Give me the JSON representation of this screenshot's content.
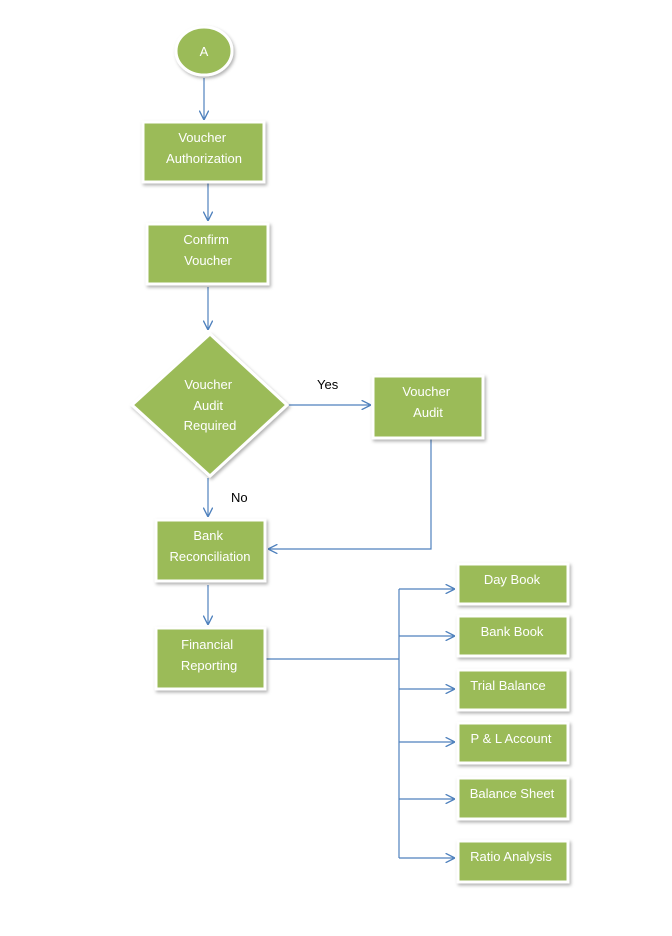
{
  "colors": {
    "node_fill": "#9bbb59",
    "node_border": "#ffffff",
    "edge": "#4f81bd",
    "node_text": "#ffffff",
    "edge_label_text": "#000000"
  },
  "nodes": {
    "start": {
      "lines": [
        "A"
      ]
    },
    "voucher_authorization": {
      "lines": [
        "Voucher",
        "Authorization"
      ]
    },
    "confirm_voucher": {
      "lines": [
        "Confirm",
        "Voucher"
      ]
    },
    "voucher_audit_required": {
      "lines": [
        "Voucher",
        "Audit",
        "Required"
      ]
    },
    "voucher_audit": {
      "lines": [
        "Voucher",
        "Audit"
      ]
    },
    "bank_reconciliation": {
      "lines": [
        "Bank",
        "Reconciliation"
      ]
    },
    "financial_reporting": {
      "lines": [
        "Financial",
        "Reporting"
      ]
    },
    "day_book": {
      "lines": [
        "Day Book"
      ]
    },
    "bank_book": {
      "lines": [
        "Bank Book"
      ]
    },
    "trial_balance": {
      "lines": [
        "Trial Balance"
      ]
    },
    "pl_account": {
      "lines": [
        "P & L Account"
      ]
    },
    "balance_sheet": {
      "lines": [
        "Balance Sheet"
      ]
    },
    "ratio_analysis": {
      "lines": [
        "Ratio Analysis"
      ]
    }
  },
  "edge_labels": {
    "yes": "Yes",
    "no": "No"
  }
}
